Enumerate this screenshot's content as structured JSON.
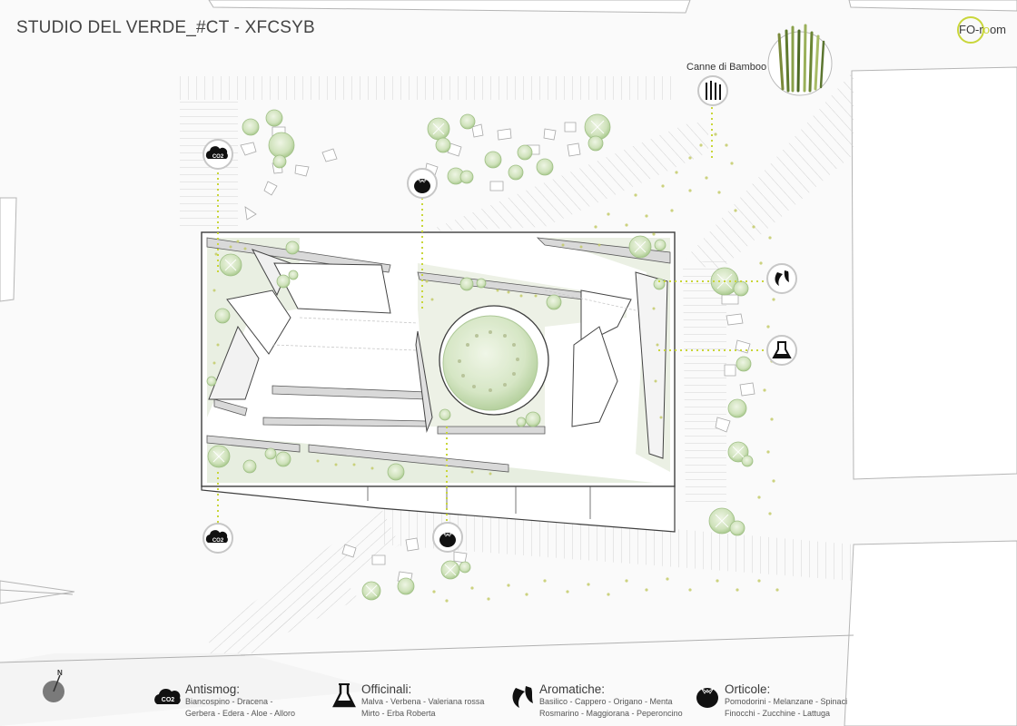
{
  "title": "STUDIO DEL VERDE_#CT - XFCSYB",
  "logo": {
    "text_prefix": "FO-r",
    "text_highlight": "o",
    "text_suffix": "om",
    "ring_color": "#c9d63a"
  },
  "bamboo": {
    "label": "Canne di Bamboo"
  },
  "north_label": "N",
  "markers": [
    {
      "kind": "co2",
      "icon": "co2-cloud-icon"
    },
    {
      "kind": "tomato",
      "icon": "tomato-icon"
    },
    {
      "kind": "pepper",
      "icon": "chili-pepper-icon"
    },
    {
      "kind": "flask",
      "icon": "flask-icon"
    },
    {
      "kind": "co2",
      "icon": "co2-cloud-icon"
    },
    {
      "kind": "tomato",
      "icon": "tomato-icon"
    },
    {
      "kind": "bamboo",
      "icon": "bamboo-icon"
    }
  ],
  "legend": [
    {
      "title": "Antismog:",
      "line1": "Biancospino - Dracena -",
      "line2": "Gerbera - Edera - Aloe - Alloro",
      "icon": "co2-cloud-icon"
    },
    {
      "title": "Officinali:",
      "line1": "Malva - Verbena - Valeriana rossa",
      "line2": "Mirto - Erba Roberta",
      "icon": "flask-icon"
    },
    {
      "title": "Aromatiche:",
      "line1": "Basilico - Cappero - Origano - Menta",
      "line2": "Rosmarino - Maggiorana - Peperoncino",
      "icon": "chili-pepper-icon"
    },
    {
      "title": "Orticole:",
      "line1": "Pomodorini - Melanzane - Spinaci",
      "line2": "Finocchi - Zucchine - Lattuga",
      "icon": "tomato-icon"
    }
  ],
  "colors": {
    "accent": "#c9d63a",
    "dot": "#c4cc6a",
    "tree_fill": "#d6e6c4",
    "tree_stroke": "#9fbf85",
    "line": "#555555",
    "hatch": "#d2d2d2"
  }
}
